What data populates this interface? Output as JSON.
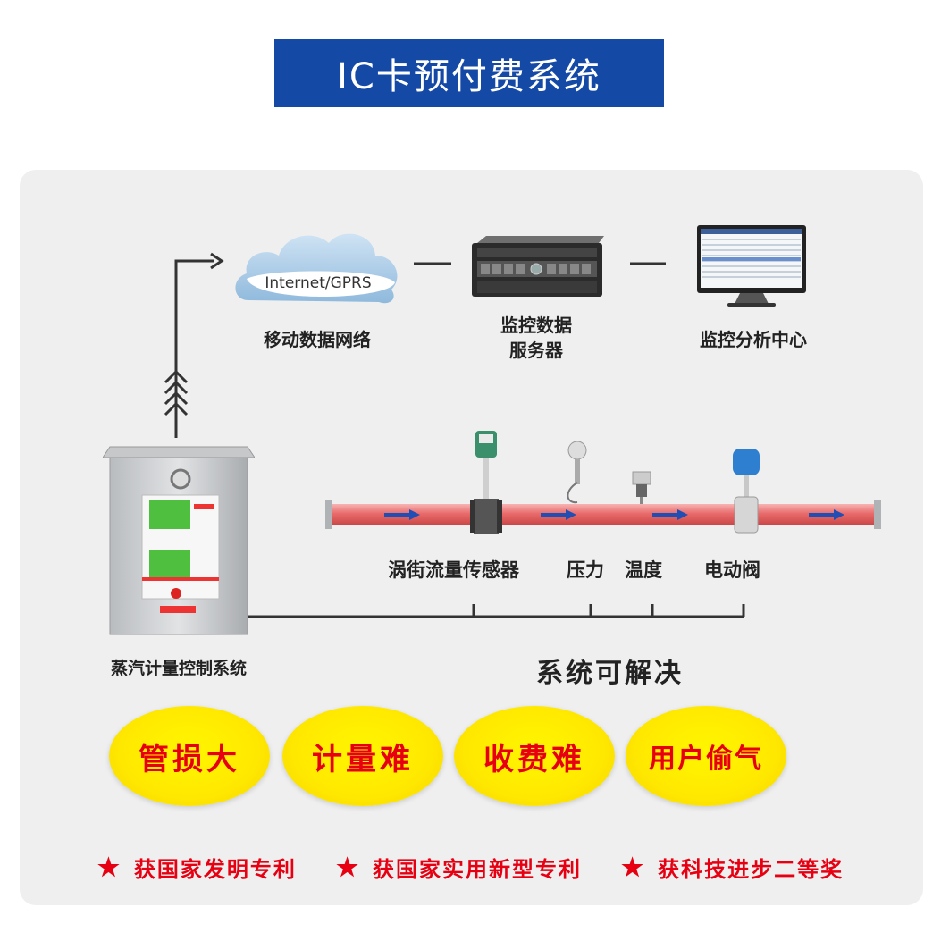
{
  "title": "IC卡预付费系统",
  "network": {
    "cloud_label": "Internet/GPRS",
    "mobile_network_label": "移动数据网络",
    "server_label_line1": "监控数据",
    "server_label_line2": "服务器",
    "monitor_center_label": "监控分析中心"
  },
  "pipeline": {
    "vortex_sensor_label": "涡街流量传感器",
    "pressure_label": "压力",
    "temperature_label": "温度",
    "valve_label": "电动阀"
  },
  "cabinet_label": "蒸汽计量控制系统",
  "solves_heading": "系统可解决",
  "problems": [
    "管损大",
    "计量难",
    "收费难",
    "用户偷气"
  ],
  "awards": [
    "获国家发明专利",
    "获国家实用新型专利",
    "获科技进步二等奖"
  ],
  "colors": {
    "title_bg": "#1549a6",
    "bubble_yellow": "#fff200",
    "problem_red": "#e60012",
    "pipe_red": "#e86a6a",
    "flow_arrow_blue": "#1f4fb5"
  }
}
